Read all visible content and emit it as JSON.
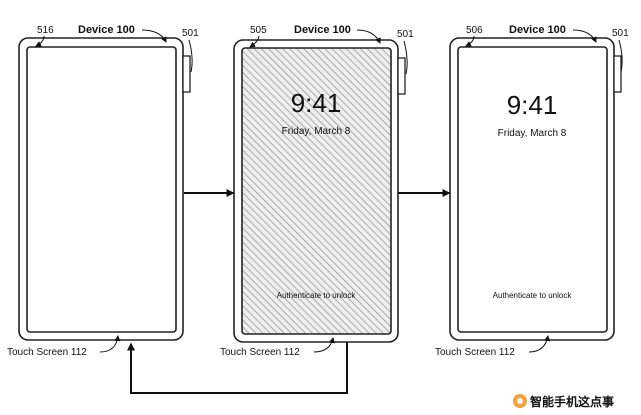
{
  "diagram": {
    "device_label": "Device 100",
    "button_ref": "501",
    "touch_screen_label": "Touch Screen 112",
    "screens": [
      {
        "ref": "516",
        "time": "",
        "date": "",
        "auth_text": ""
      },
      {
        "ref": "505",
        "time": "9:41",
        "date": "Friday, March 8",
        "auth_text": "Authenticate to unlock"
      },
      {
        "ref": "506",
        "time": "9:41",
        "date": "Friday, March 8",
        "auth_text": "Authenticate to unlock"
      }
    ]
  },
  "watermark": {
    "text": "智能手机这点事"
  }
}
